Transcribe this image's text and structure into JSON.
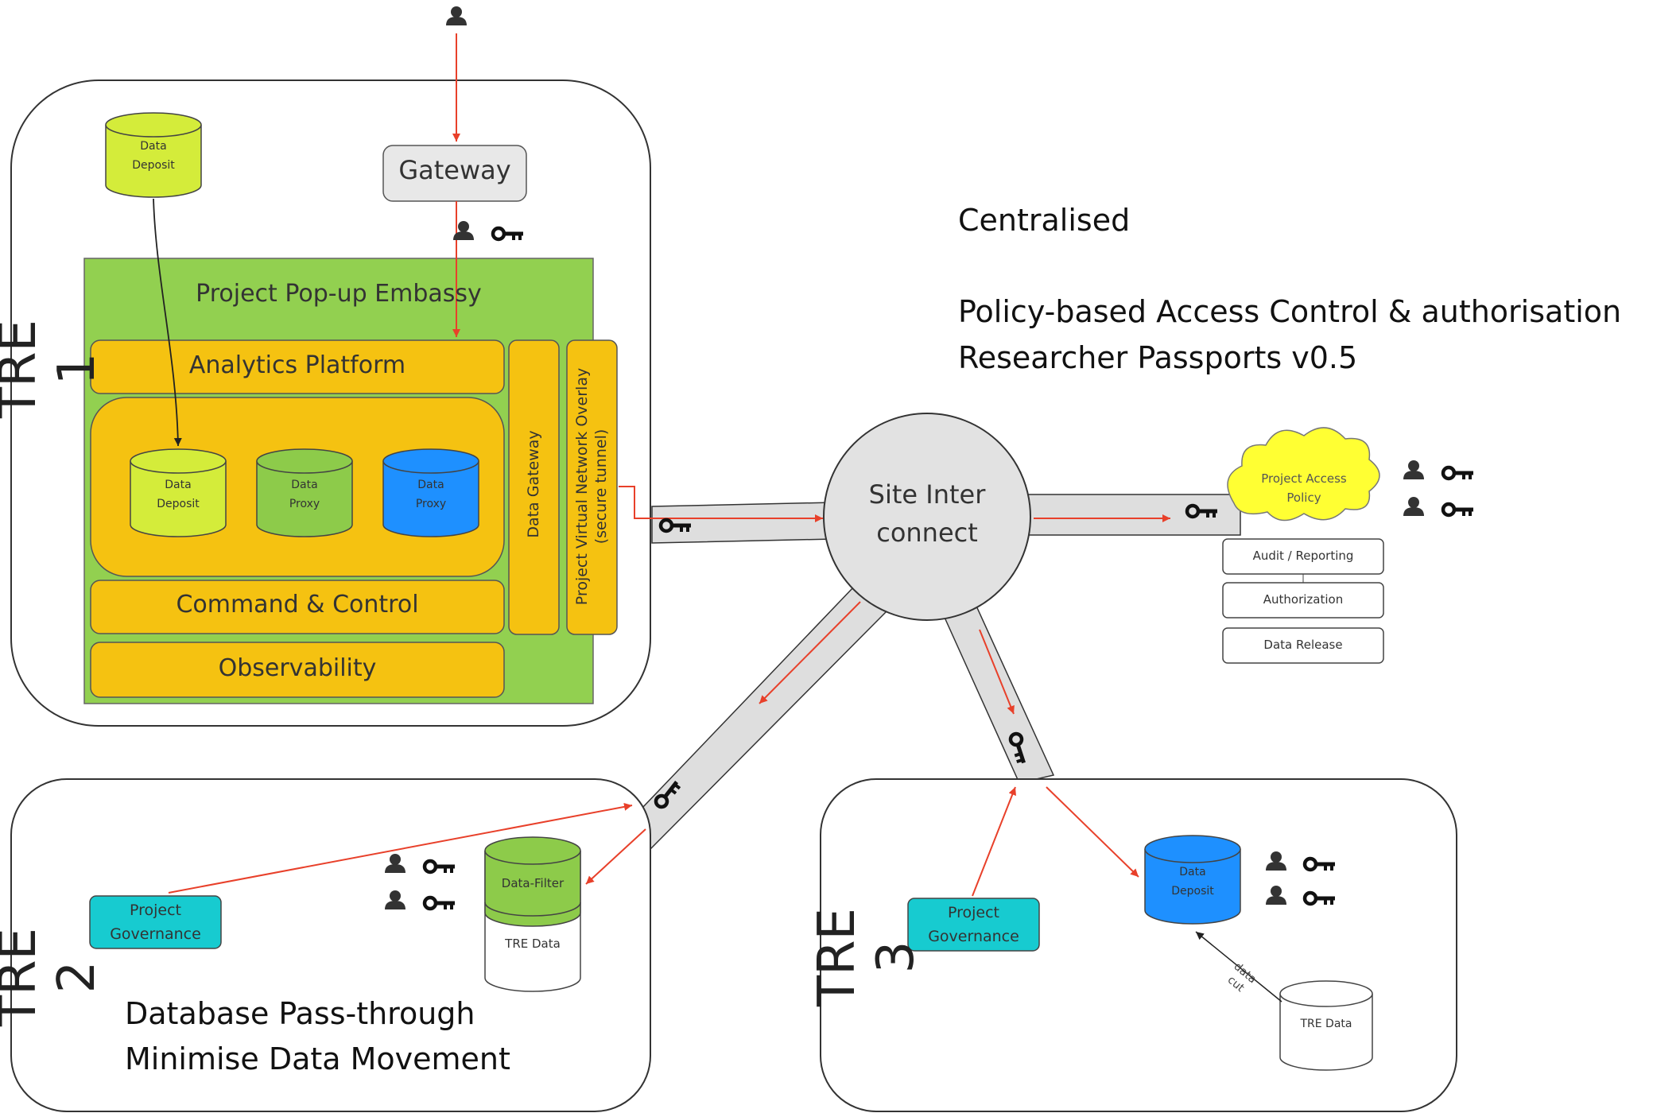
{
  "tre1": {
    "label": "TRE 1",
    "gateway": "Gateway",
    "embassy_title": "Project Pop-up Embassy",
    "analytics": "Analytics Platform",
    "command": "Command & Control",
    "observability": "Observability",
    "data_gateway": "Data Gateway",
    "vno_line1": "Project Virtual Network Overlay",
    "vno_line2": "(secure tunnel)",
    "outer_deposit": [
      "Data",
      "Deposit"
    ],
    "inner_deposit": [
      "Data",
      "Deposit"
    ],
    "proxy_green": [
      "Data",
      "Proxy"
    ],
    "proxy_blue": [
      "Data",
      "Proxy"
    ]
  },
  "hub": {
    "line1": "Site Inter",
    "line2": "connect"
  },
  "notes": {
    "centralised": "Centralised",
    "policy": "Policy-based Access Control & authorisation",
    "passports": "Researcher Passports v0.5"
  },
  "policy_side": {
    "cloud": [
      "Project Access",
      "Policy"
    ],
    "boxes": [
      "Audit / Reporting",
      "Authorization",
      "Data Release"
    ]
  },
  "tre2": {
    "label": "TRE 2",
    "governance": [
      "Project",
      "Governance"
    ],
    "filter": "Data-Filter",
    "tre_data": "TRE Data",
    "caption1": "Database Pass-through",
    "caption2": "Minimise Data Movement"
  },
  "tre3": {
    "label": "TRE 3",
    "governance": [
      "Project",
      "Governance"
    ],
    "deposit": [
      "Data",
      "Deposit"
    ],
    "tre_data": "TRE Data",
    "data_cut": [
      "data",
      "cut"
    ]
  },
  "colors": {
    "embassy_green": "#92d050",
    "orange": "#f5c211",
    "lime": "#d4ec3a",
    "blue": "#1e90ff",
    "teal": "#17cbd0",
    "cloud": "#ffff33",
    "arrow": "#e8402a",
    "band": "#dedede"
  },
  "icons": [
    "user-icon",
    "key-icon"
  ]
}
